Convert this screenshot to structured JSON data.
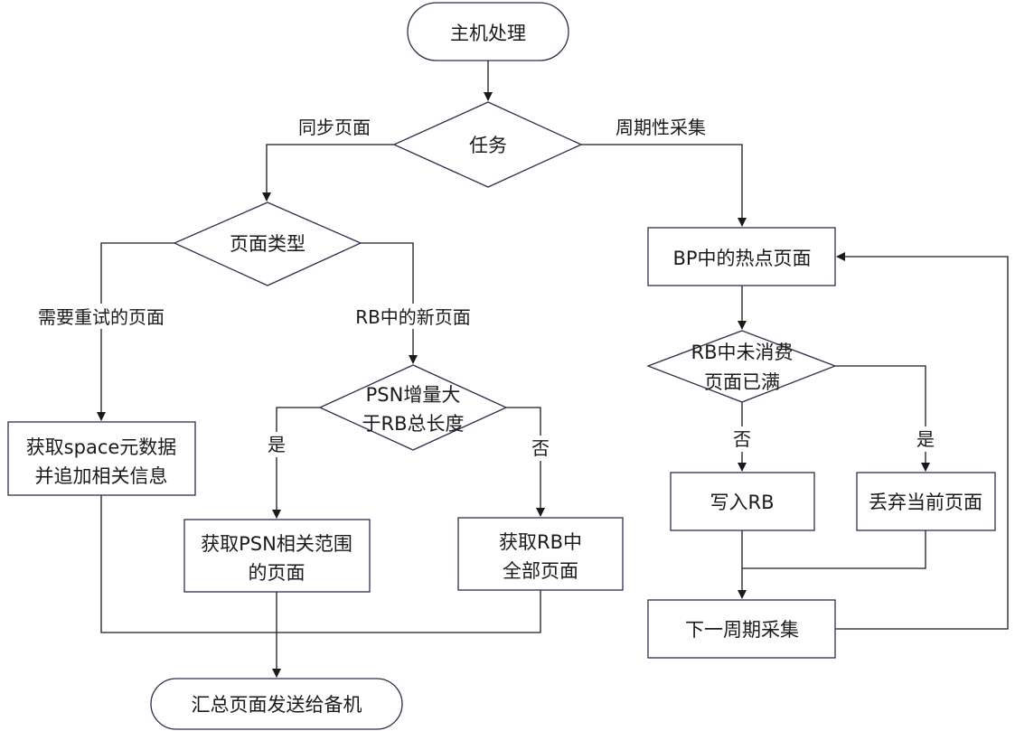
{
  "diagram": {
    "type": "flowchart",
    "nodes": {
      "start": "主机处理",
      "task": "任务",
      "page_type": "页面类型",
      "psn_check": [
        "PSN增量大",
        "于RB总长度"
      ],
      "fetch_space": [
        "获取space元数据",
        "并追加相关信息"
      ],
      "fetch_psn": [
        "获取PSN相关范围",
        "的页面"
      ],
      "fetch_rb_all": [
        "获取RB中",
        "全部页面"
      ],
      "end": "汇总页面发送给备机",
      "bp_hot": "BP中的热点页面",
      "rb_full": [
        "RB中未消费",
        "页面已满"
      ],
      "write_rb": "写入RB",
      "discard": "丢弃当前页面",
      "next_cycle": "下一周期采集"
    },
    "edge_labels": {
      "sync_pages": "同步页面",
      "periodic_collect": "周期性采集",
      "retry_pages": "需要重试的页面",
      "rb_new_pages": "RB中的新页面",
      "psn_yes": "是",
      "psn_no": "否",
      "full_no": "否",
      "full_yes": "是"
    }
  }
}
